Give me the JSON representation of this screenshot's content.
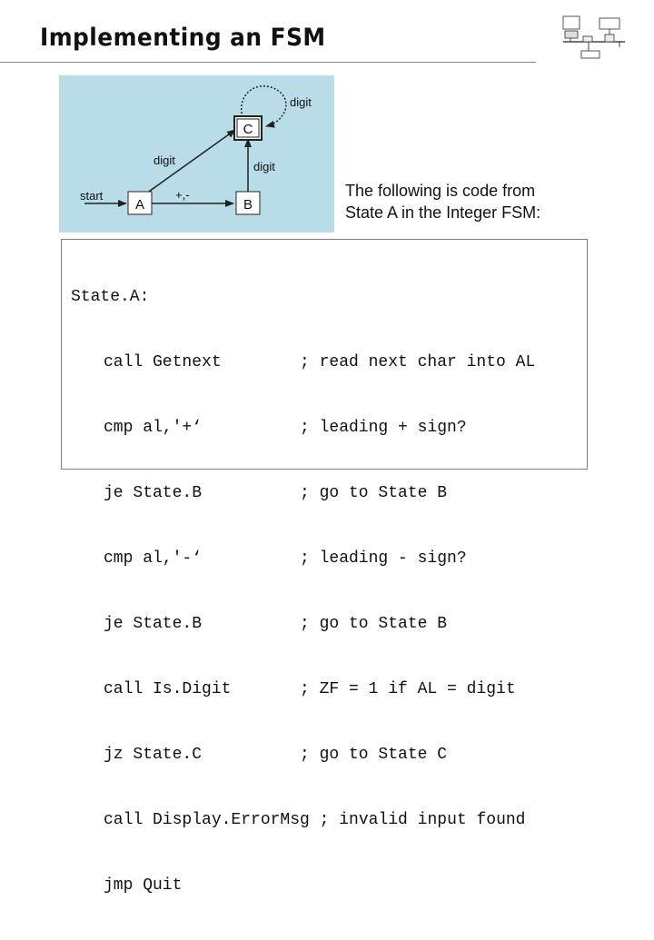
{
  "title": "Implementing an FSM",
  "diagram": {
    "states": {
      "a": "A",
      "b": "B",
      "c": "C"
    },
    "labels": {
      "start": "start",
      "a_to_b": "+,-",
      "a_to_c": "digit",
      "b_to_c": "digit",
      "c_loop": "digit"
    },
    "background_color": "#b9dce9"
  },
  "caption": {
    "line1": "The following is code from",
    "line2": "State A in the Integer FSM:"
  },
  "code": {
    "label": "State.A:",
    "lines": [
      {
        "instr": "call Getnext",
        "comment": "; read next char into AL"
      },
      {
        "instr": "cmp al,'+‘",
        "comment": "; leading + sign?"
      },
      {
        "instr": "je State.B",
        "comment": "; go to State B"
      },
      {
        "instr": "cmp al,'-‘",
        "comment": "; leading - sign?"
      },
      {
        "instr": "je State.B",
        "comment": "; go to State B"
      },
      {
        "instr": "call Is.Digit",
        "comment": "; ZF = 1 if AL = digit"
      },
      {
        "instr": "jz State.C",
        "comment": "; go to State C"
      },
      {
        "instr": "call Display.ErrorMsg",
        "comment": " ; invalid input found"
      },
      {
        "instr": "jmp Quit",
        "comment": ""
      }
    ]
  }
}
